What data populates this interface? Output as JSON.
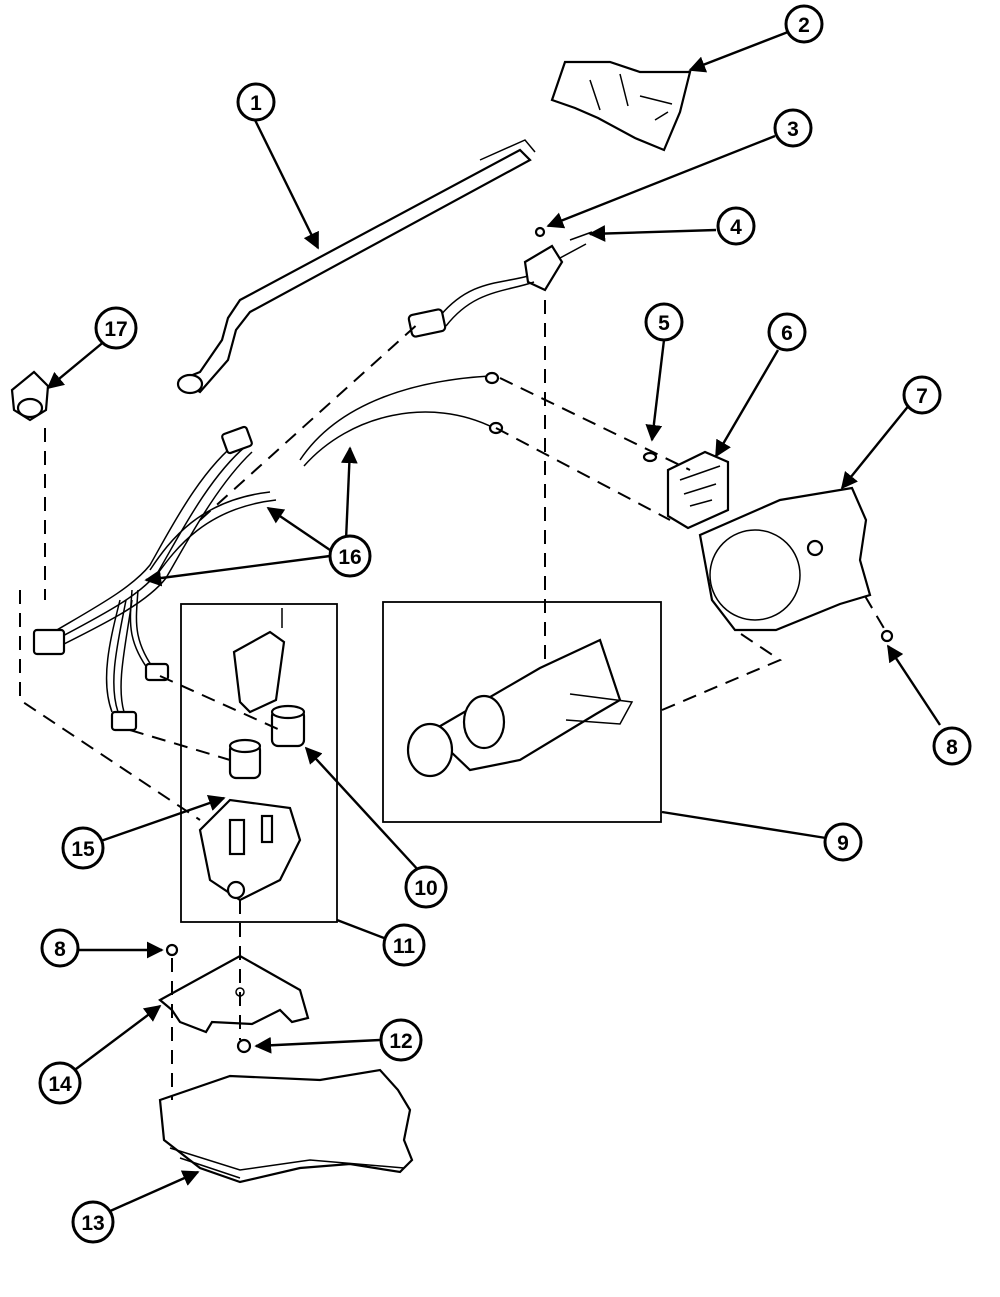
{
  "callouts": [
    {
      "id": "callout-1",
      "label": "1"
    },
    {
      "id": "callout-2",
      "label": "2"
    },
    {
      "id": "callout-3",
      "label": "3"
    },
    {
      "id": "callout-4",
      "label": "4"
    },
    {
      "id": "callout-5",
      "label": "5"
    },
    {
      "id": "callout-6",
      "label": "6"
    },
    {
      "id": "callout-7",
      "label": "7"
    },
    {
      "id": "callout-8a",
      "label": "8"
    },
    {
      "id": "callout-9",
      "label": "9"
    },
    {
      "id": "callout-10",
      "label": "10"
    },
    {
      "id": "callout-11",
      "label": "11"
    },
    {
      "id": "callout-8b",
      "label": "8"
    },
    {
      "id": "callout-12",
      "label": "12"
    },
    {
      "id": "callout-13",
      "label": "13"
    },
    {
      "id": "callout-14",
      "label": "14"
    },
    {
      "id": "callout-15",
      "label": "15"
    },
    {
      "id": "callout-16",
      "label": "16"
    },
    {
      "id": "callout-17",
      "label": "17"
    }
  ]
}
